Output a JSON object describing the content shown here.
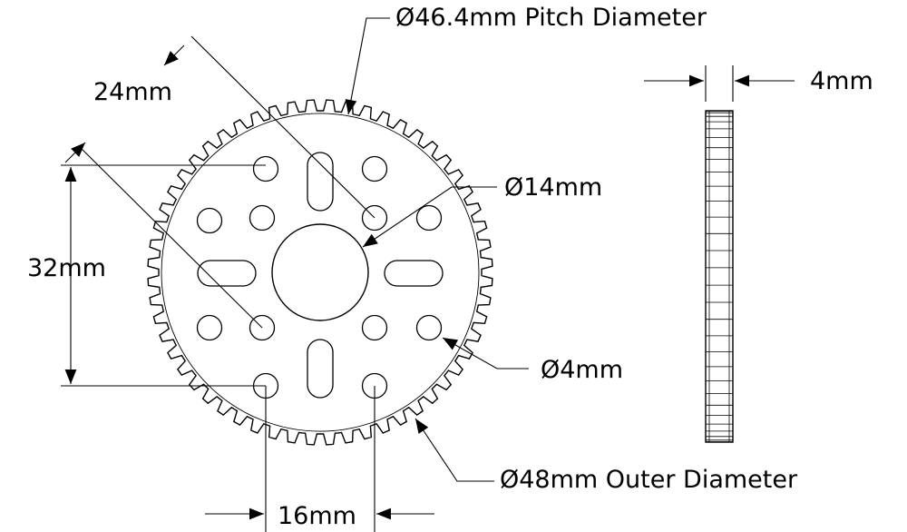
{
  "diagram": {
    "labels": {
      "pitch_diameter": "Ø46.4mm Pitch Diameter",
      "outer_diameter": "Ø48mm Outer Diameter",
      "center_bore": "Ø14mm",
      "small_hole": "Ø4mm",
      "thickness": "4mm",
      "diagonal_spacing": "24mm",
      "vertical_spacing": "32mm",
      "horizontal_spacing": "16mm"
    },
    "gear": {
      "teeth": 56
    },
    "colors": {
      "line": "#000000",
      "background": "#ffffff"
    }
  }
}
